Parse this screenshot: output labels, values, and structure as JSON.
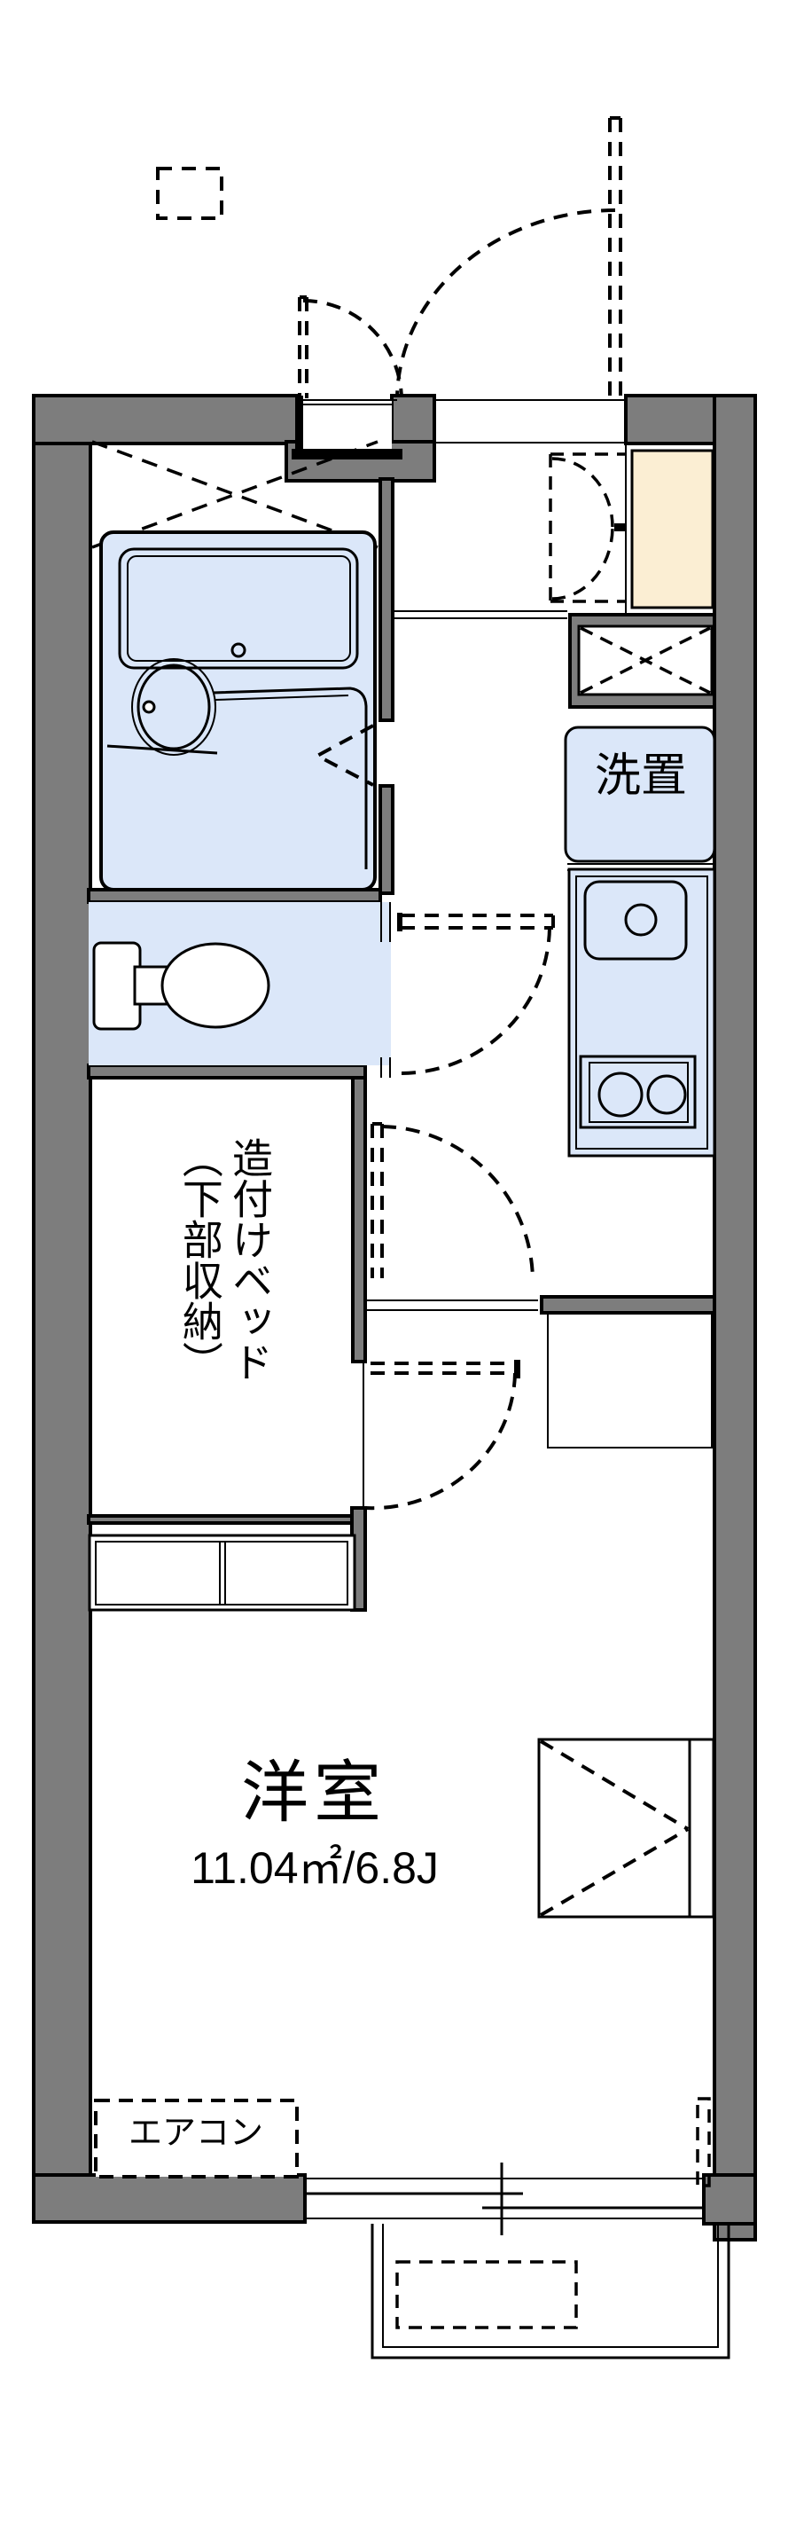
{
  "plan": {
    "type": "floorplan",
    "labels": {
      "washer": "洗置",
      "bed_storage_line1": "造付けベッド",
      "bed_storage_line2": "（下部収納）",
      "main_room_name": "洋室",
      "main_room_area": "11.04㎡/6.8J",
      "aircon": "エアコン"
    },
    "rooms": [
      {
        "name": "洋室",
        "area_m2": "11.04㎡",
        "area_jo": "6.8J"
      },
      {
        "name": "造付けベッド（下部収納）"
      },
      {
        "name": "洗置"
      }
    ],
    "colors": {
      "wall_gray": "#7d7d7d",
      "fixture_blue": "#dbe7f9",
      "shoe_cabinet_cream": "#fbeed3",
      "line_black": "#000000",
      "background": "#ffffff"
    }
  }
}
